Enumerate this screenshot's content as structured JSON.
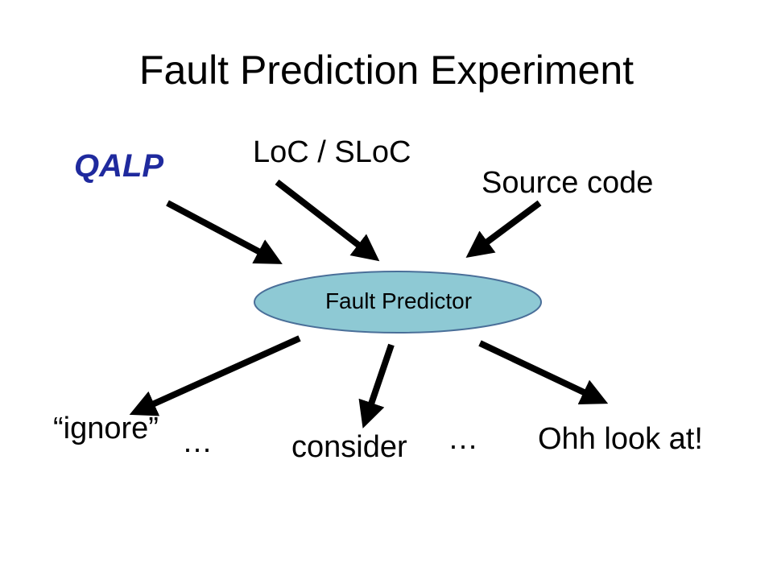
{
  "title": "Fault Prediction Experiment",
  "inputs": {
    "qalp": "QALP",
    "loc": "LoC / SLoC",
    "source": "Source code"
  },
  "predictor": {
    "label": "Fault Predictor"
  },
  "outputs": {
    "ignore": "“ignore”",
    "ellipsis_1": "…",
    "consider": "consider",
    "ellipsis_2": "…",
    "look": "Ohh look at!"
  },
  "colors": {
    "background": "#ffffff",
    "text": "#000000",
    "qalp": "#1f2a9e",
    "ellipse_fill": "#8ec9d4",
    "ellipse_stroke": "#4a6f99",
    "arrow": "#000000"
  }
}
